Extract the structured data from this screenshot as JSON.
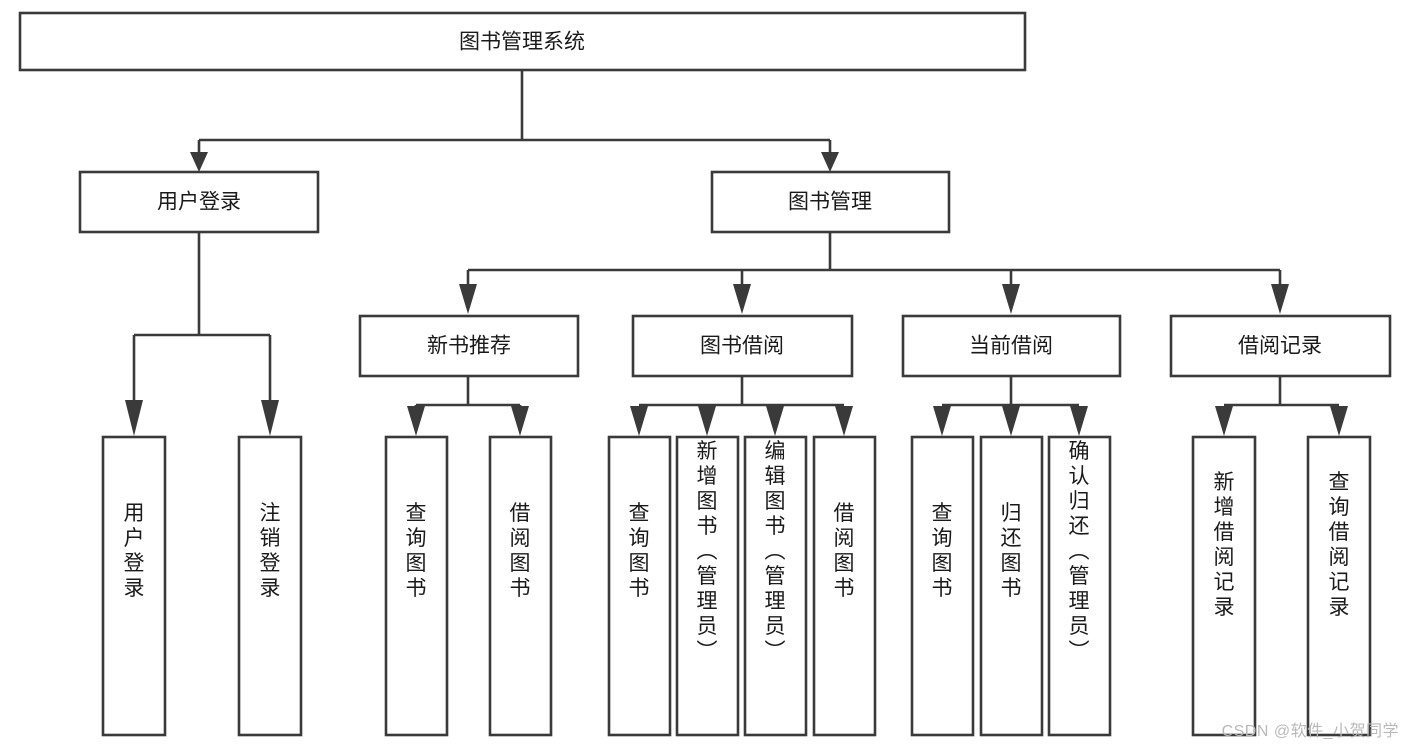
{
  "diagram": {
    "type": "tree-hierarchy",
    "title": "图书管理系统",
    "orientation": "top-down",
    "colors": {
      "box_fill": "#ffffff",
      "box_stroke": "#3a3a3a",
      "edge": "#3a3a3a",
      "text": "#1a1a1a",
      "watermark": "#b9b9b9",
      "background": "#ffffff"
    },
    "root": {
      "id": "root",
      "label": "图书管理系统",
      "orientation": "horizontal"
    },
    "level2": [
      {
        "id": "user-login",
        "label": "用户登录",
        "orientation": "horizontal"
      },
      {
        "id": "book-management",
        "label": "图书管理",
        "orientation": "horizontal"
      }
    ],
    "level3": [
      {
        "id": "new-book-recommend",
        "label": "新书推荐",
        "orientation": "horizontal",
        "parent": "book-management"
      },
      {
        "id": "book-borrow",
        "label": "图书借阅",
        "orientation": "horizontal",
        "parent": "book-management"
      },
      {
        "id": "current-borrow",
        "label": "当前借阅",
        "orientation": "horizontal",
        "parent": "book-management"
      },
      {
        "id": "borrow-record",
        "label": "借阅记录",
        "orientation": "horizontal",
        "parent": "book-management"
      }
    ],
    "leaves": [
      {
        "id": "leaf-user-login",
        "label": "用户登录",
        "orientation": "vertical",
        "parent": "user-login"
      },
      {
        "id": "leaf-user-logout",
        "label": "注销登录",
        "orientation": "vertical",
        "parent": "user-login"
      },
      {
        "id": "leaf-query-book-1",
        "label": "查询图书",
        "orientation": "vertical",
        "parent": "new-book-recommend"
      },
      {
        "id": "leaf-borrow-book-1",
        "label": "借阅图书",
        "orientation": "vertical",
        "parent": "new-book-recommend"
      },
      {
        "id": "leaf-query-book-2",
        "label": "查询图书",
        "orientation": "vertical",
        "parent": "book-borrow"
      },
      {
        "id": "leaf-add-book",
        "label": "新增图书（管理员）",
        "orientation": "vertical",
        "parent": "book-borrow"
      },
      {
        "id": "leaf-edit-book",
        "label": "编辑图书（管理员）",
        "orientation": "vertical",
        "parent": "book-borrow"
      },
      {
        "id": "leaf-borrow-book-2",
        "label": "借阅图书",
        "orientation": "vertical",
        "parent": "book-borrow"
      },
      {
        "id": "leaf-query-book-3",
        "label": "查询图书",
        "orientation": "vertical",
        "parent": "current-borrow"
      },
      {
        "id": "leaf-return-book",
        "label": "归还图书",
        "orientation": "vertical",
        "parent": "current-borrow"
      },
      {
        "id": "leaf-confirm-return",
        "label": "确认归还（管理员）",
        "orientation": "vertical",
        "parent": "current-borrow"
      },
      {
        "id": "leaf-add-record",
        "label": "新增借阅记录",
        "orientation": "vertical",
        "parent": "borrow-record"
      },
      {
        "id": "leaf-query-record",
        "label": "查询借阅记录",
        "orientation": "vertical",
        "parent": "borrow-record"
      }
    ]
  },
  "watermark": {
    "text": "CSDN @软件_小贺同学"
  }
}
